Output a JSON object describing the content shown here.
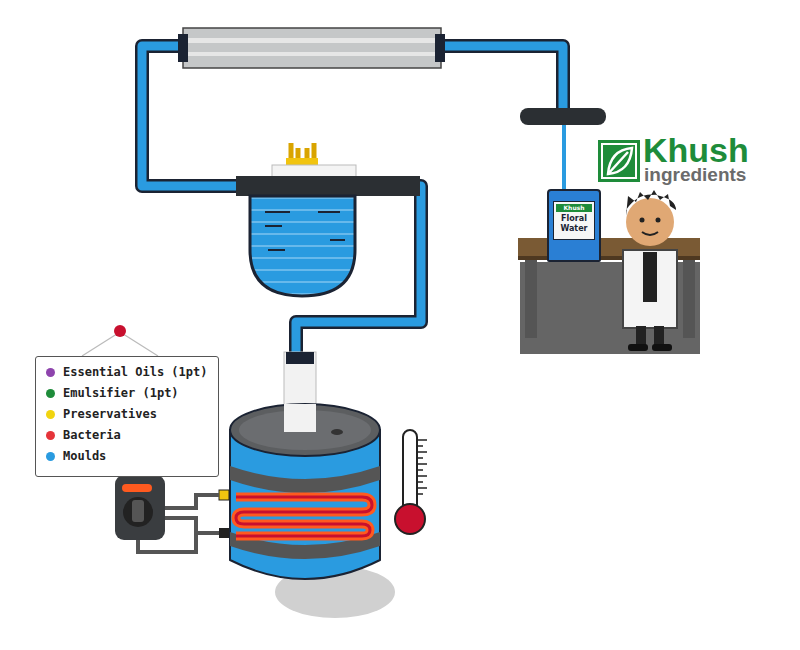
{
  "diagram": {
    "nodes": [
      {
        "text": [
          "Khush",
          "Floral Water"
        ]
      }
    ],
    "labels": [
      "Khush",
      "ingredients"
    ],
    "legend": [
      {
        "text": "Essential Oils (1pt)",
        "color": "#8e44ad"
      },
      {
        "text": "Emulsifier (1pt)",
        "color": "#1e8c3a"
      },
      {
        "text": "Preservatives",
        "color": "#f1d40f"
      },
      {
        "text": "Bacteria",
        "color": "#e5343a"
      },
      {
        "text": "Moulds",
        "color": "#2a9be0"
      }
    ]
  }
}
